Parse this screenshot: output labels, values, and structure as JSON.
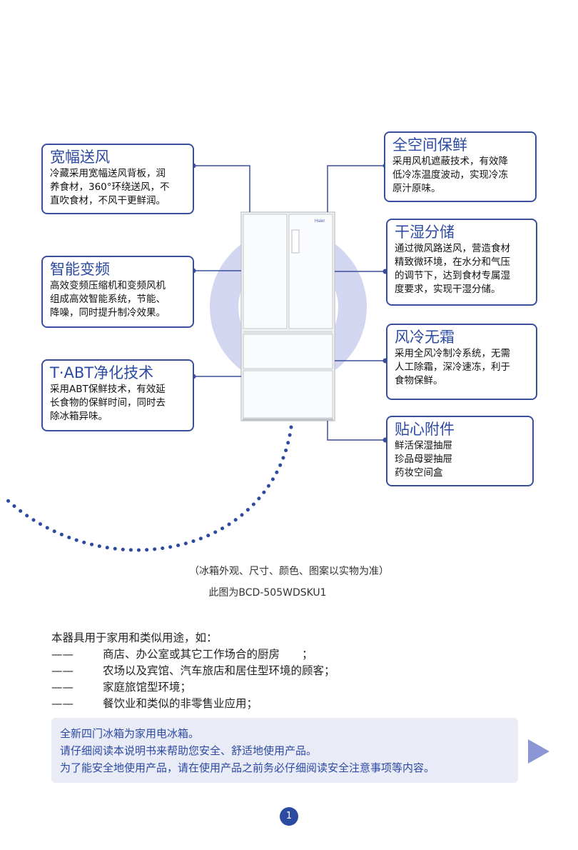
{
  "fridge": {
    "brand": "Haier"
  },
  "features": [
    {
      "title": "宽幅送风",
      "lines": [
        "冷藏采用宽幅送风背板，润",
        "养食材，360°环绕送风，不",
        "直吹食材，不风干更鲜润。"
      ]
    },
    {
      "title": "智能变频",
      "lines": [
        "高效变频压缩机和变频风机",
        "组成高效智能系统，节能、",
        "降噪，同时提升制冷效果。"
      ]
    },
    {
      "title": "T·ABT净化技术",
      "lines": [
        "采用ABT保鲜技术，有效延",
        "长食物的保鲜时间，同时去",
        "除冰箱异味。"
      ]
    },
    {
      "title": "全空间保鲜",
      "lines": [
        "采用风机遮蔽技术，有效降",
        "低冷冻温度波动，实现冷冻",
        "原汁原味。"
      ]
    },
    {
      "title": "干湿分储",
      "lines": [
        "通过微风路送风，营造食材",
        "精致微环境，在水分和气压",
        "的调节下，达到食材专属湿",
        "度要求，实现干湿分储。"
      ]
    },
    {
      "title": "风冷无霜",
      "lines": [
        "采用全风冷制冷系统，无需",
        "人工除霜，深冷速冻，利于",
        "食物保鲜。"
      ]
    },
    {
      "title": "贴心附件",
      "lines": [
        "鲜活保湿抽屉",
        "珍品母婴抽屉",
        "药妆空间盒"
      ]
    }
  ],
  "disclaimer": "（冰箱外观、尺寸、颜色、图案以实物为准）",
  "model_caption": "此图为BCD-505WDSKU1",
  "usage": {
    "intro": "本器具用于家用和类似用途，如：",
    "dash": "——",
    "items": [
      "商店、办公室或其它工作场合的厨房　　；",
      "农场以及宾馆、汽车旅店和居住型环境的顾客；",
      "家庭旅馆型环境；",
      "餐饮业和类似的非零售业应用；"
    ]
  },
  "notice": [
    "全新四门冰箱为家用电冰箱。",
    "请仔细阅读本说明书来帮助您安全、舒适地使用产品。",
    "为了能安全地使用产品，请在使用产品之前务必仔细阅读安全注意事项等内容。"
  ],
  "page_number": "1",
  "colors": {
    "accent": "#2d4aa3",
    "border": "#3a4f9c",
    "circle": "#d7daf0",
    "notice_bg": "#e9ebf6",
    "arrow": "#8a97d4"
  },
  "icons": {
    "next": "triangle-right-icon"
  }
}
